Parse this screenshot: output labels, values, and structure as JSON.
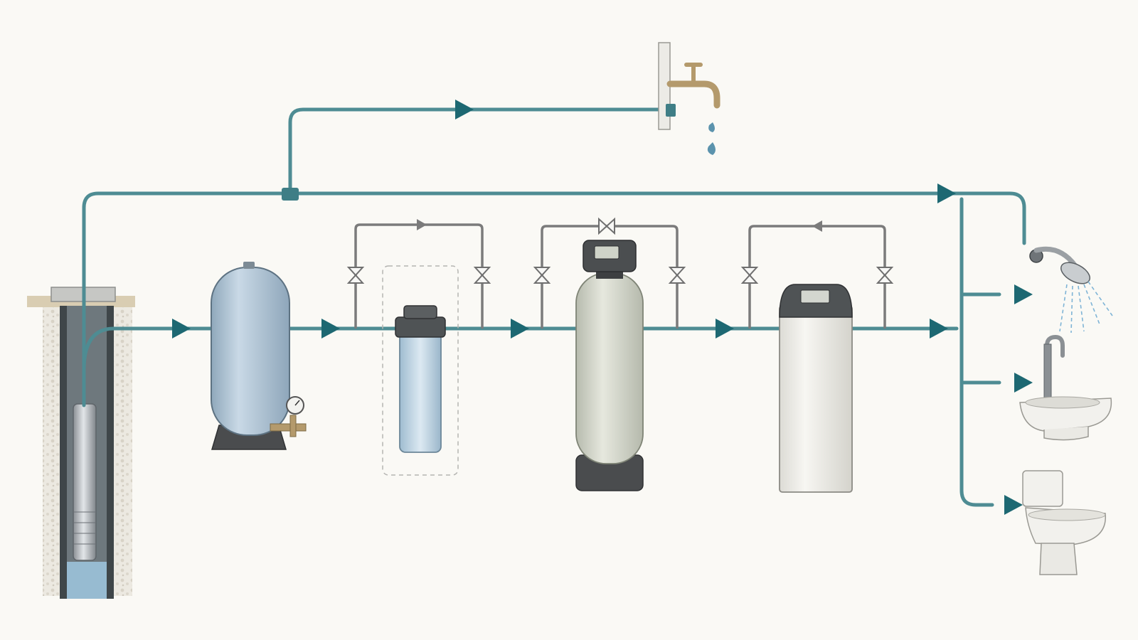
{
  "diagram": {
    "type": "well-water-treatment-plumbing-schematic",
    "labels": [],
    "flow_direction": "left-to-right",
    "components": [
      {
        "id": "well-casing",
        "icon": "well-icon"
      },
      {
        "id": "submersible-pump",
        "icon": "submersible-pump-icon"
      },
      {
        "id": "pressure-tank",
        "icon": "pressure-tank-icon"
      },
      {
        "id": "pressure-gauge",
        "icon": "pressure-gauge-icon"
      },
      {
        "id": "sediment-filter",
        "icon": "cartridge-filter-icon",
        "bypass": true
      },
      {
        "id": "media-filter-tank",
        "icon": "media-tank-icon",
        "bypass": true
      },
      {
        "id": "water-softener",
        "icon": "softener-cabinet-icon",
        "bypass": true
      },
      {
        "id": "outdoor-spigot",
        "icon": "faucet-icon"
      },
      {
        "id": "shower",
        "icon": "shower-head-icon"
      },
      {
        "id": "sink",
        "icon": "sink-icon"
      },
      {
        "id": "toilet",
        "icon": "toilet-icon"
      }
    ],
    "colors": {
      "main_pipe": "#4e8c93",
      "flow_arrow": "#1d6872",
      "bypass_pipe": "#7b7b7b",
      "background": "#faf9f5",
      "tank_blue": "#b4c8d8",
      "media_tank": "#d9dcd0",
      "dark_base": "#4a4c4e",
      "cabinet": "#efeeea",
      "water": "#9fc7df",
      "brass": "#b49a6c"
    }
  }
}
